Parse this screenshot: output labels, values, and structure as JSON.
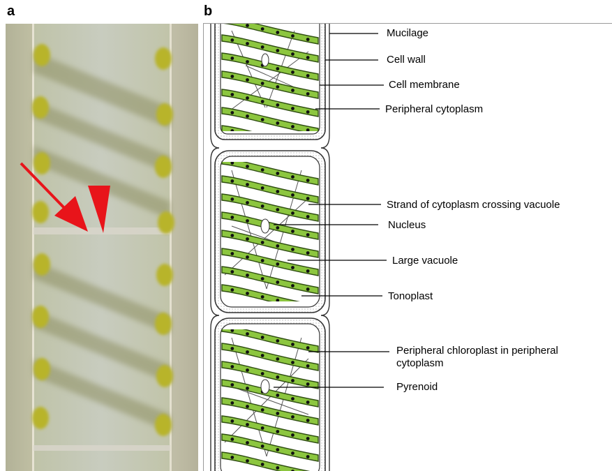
{
  "panels": {
    "a": "a",
    "b": "b"
  },
  "labels": {
    "mucilage": "Mucilage",
    "cell_wall": "Cell wall",
    "cell_membrane": "Cell membrane",
    "peripheral_cytoplasm": "Peripheral cytoplasm",
    "strand": "Strand of cytoplasm crossing vacuole",
    "nucleus": "Nucleus",
    "large_vacuole": "Large vacuole",
    "tonoplast": "Tonoplast",
    "peripheral_chloroplast": "Peripheral chloroplast in peripheral cytoplasm",
    "pyrenoid": "Pyrenoid"
  },
  "colors": {
    "chloroplast": "#8cc63f",
    "chloroplast_dark": "#4f7d1a",
    "arrow": "#e8141a",
    "photo_bg": "#c9cdc4"
  }
}
